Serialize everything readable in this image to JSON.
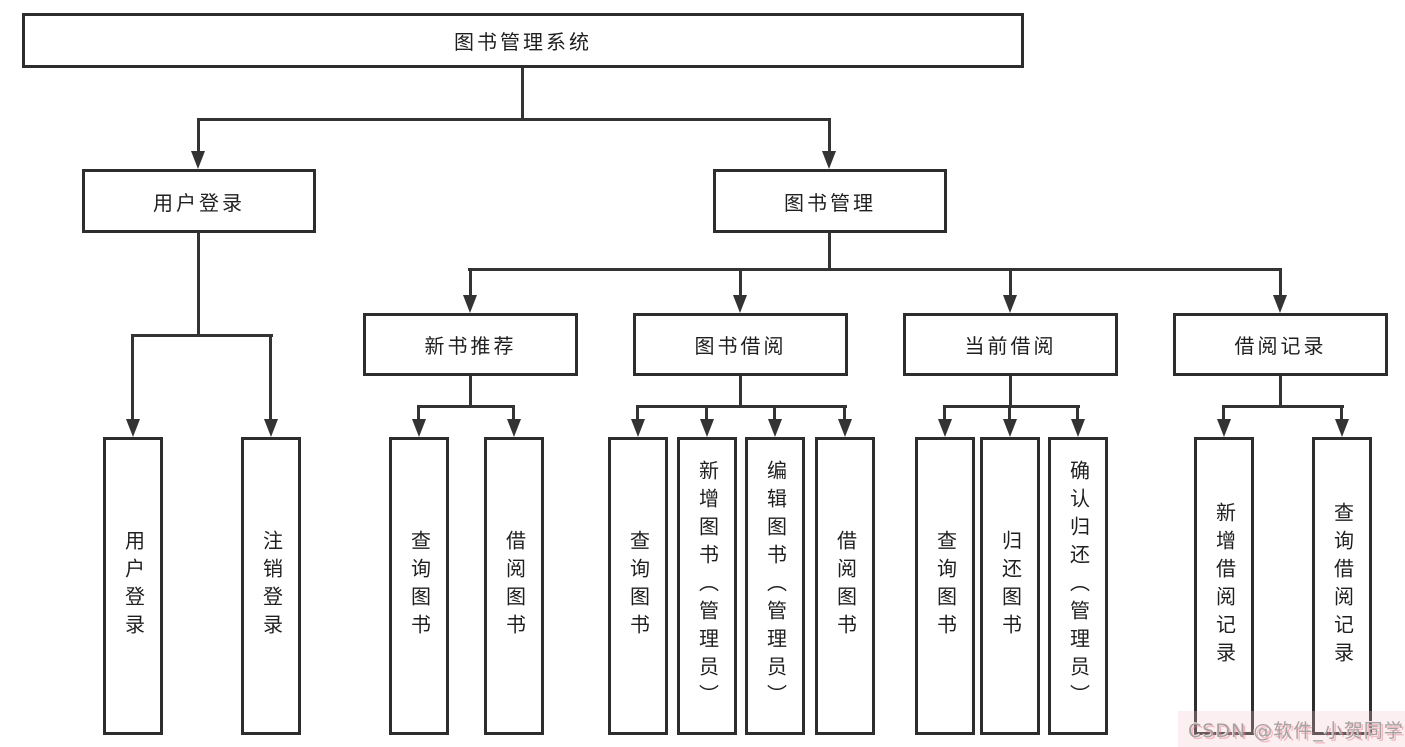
{
  "tree": {
    "root": {
      "label": "图书管理系统"
    },
    "level2": [
      {
        "label": "用户登录"
      },
      {
        "label": "图书管理"
      }
    ],
    "level3": [
      {
        "label": "新书推荐"
      },
      {
        "label": "图书借阅"
      },
      {
        "label": "当前借阅"
      },
      {
        "label": "借阅记录"
      }
    ],
    "leaves": [
      {
        "label": "用户登录"
      },
      {
        "label": "注销登录"
      },
      {
        "label": "查询图书"
      },
      {
        "label": "借阅图书"
      },
      {
        "label": "查询图书"
      },
      {
        "label": "新增图书（管理员）"
      },
      {
        "label": "编辑图书（管理员）"
      },
      {
        "label": "借阅图书"
      },
      {
        "label": "查询图书"
      },
      {
        "label": "归还图书"
      },
      {
        "label": "确认归还（管理员）"
      },
      {
        "label": "新增借阅记录"
      },
      {
        "label": "查询借阅记录"
      }
    ]
  },
  "watermark": "CSDN @软件_小贺同学",
  "colors": {
    "line": "#333333",
    "box_border": "#2d2d2d",
    "box_background": "#ffffff",
    "text": "#1f1f1f",
    "watermark_text": "#a3a3a3",
    "watermark_accent": "#ec798a"
  }
}
